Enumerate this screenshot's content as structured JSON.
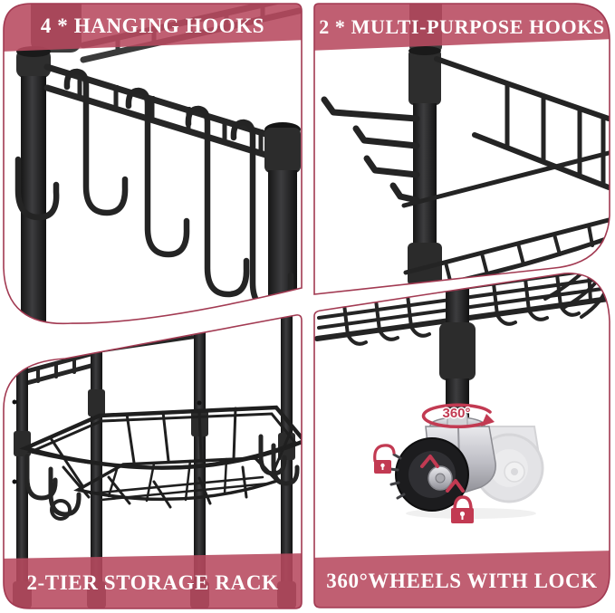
{
  "panels": {
    "top_left": {
      "label": "4 * HANGING HOOKS"
    },
    "top_right": {
      "label": "2 * MULTI-PURPOSE HOOKS"
    },
    "bottom_left": {
      "label": "2-TIER STORAGE RACK"
    },
    "bottom_right": {
      "label": "360°WHEELS WITH LOCK",
      "rotation_label": "360°"
    }
  },
  "icons": {
    "lock_open": "open-padlock",
    "lock_closed": "closed-padlock",
    "rotation": "360-degree-swivel-arrow"
  },
  "colors": {
    "banner_red": "#b7495f",
    "border_red": "#a23a52",
    "accent_red": "#c23a52",
    "product_black": "#232323",
    "background": "#ffffff"
  }
}
